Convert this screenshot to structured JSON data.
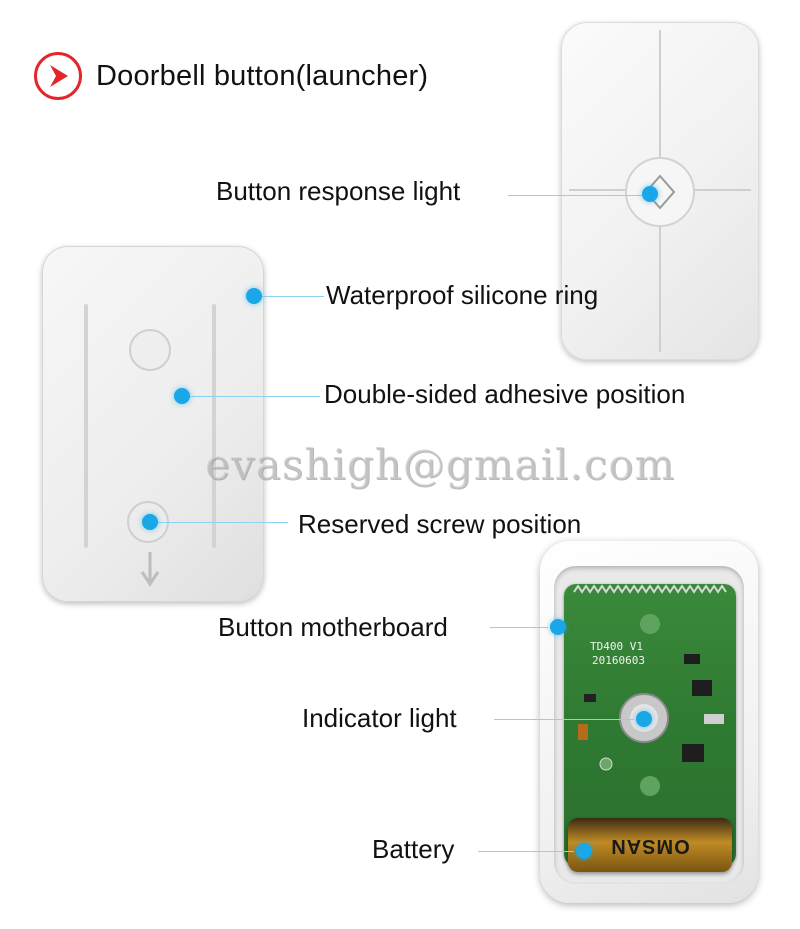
{
  "header": {
    "title": "Doorbell button(launcher)",
    "icon": "play-arrow-icon",
    "accent_color": "#e3262b"
  },
  "callouts": {
    "button_response_light": "Button response light",
    "waterproof_ring": "Waterproof silicone ring",
    "adhesive_position": "Double-sided adhesive position",
    "screw_position": "Reserved screw position",
    "motherboard": "Button motherboard",
    "indicator_light": "Indicator light",
    "battery": "Battery",
    "marker_color": "#1aa7e8"
  },
  "watermark": "evashigh@gmail.com",
  "board": {
    "model": "TD400  V1",
    "date": "20160603"
  },
  "battery_brand": "OMSAN"
}
